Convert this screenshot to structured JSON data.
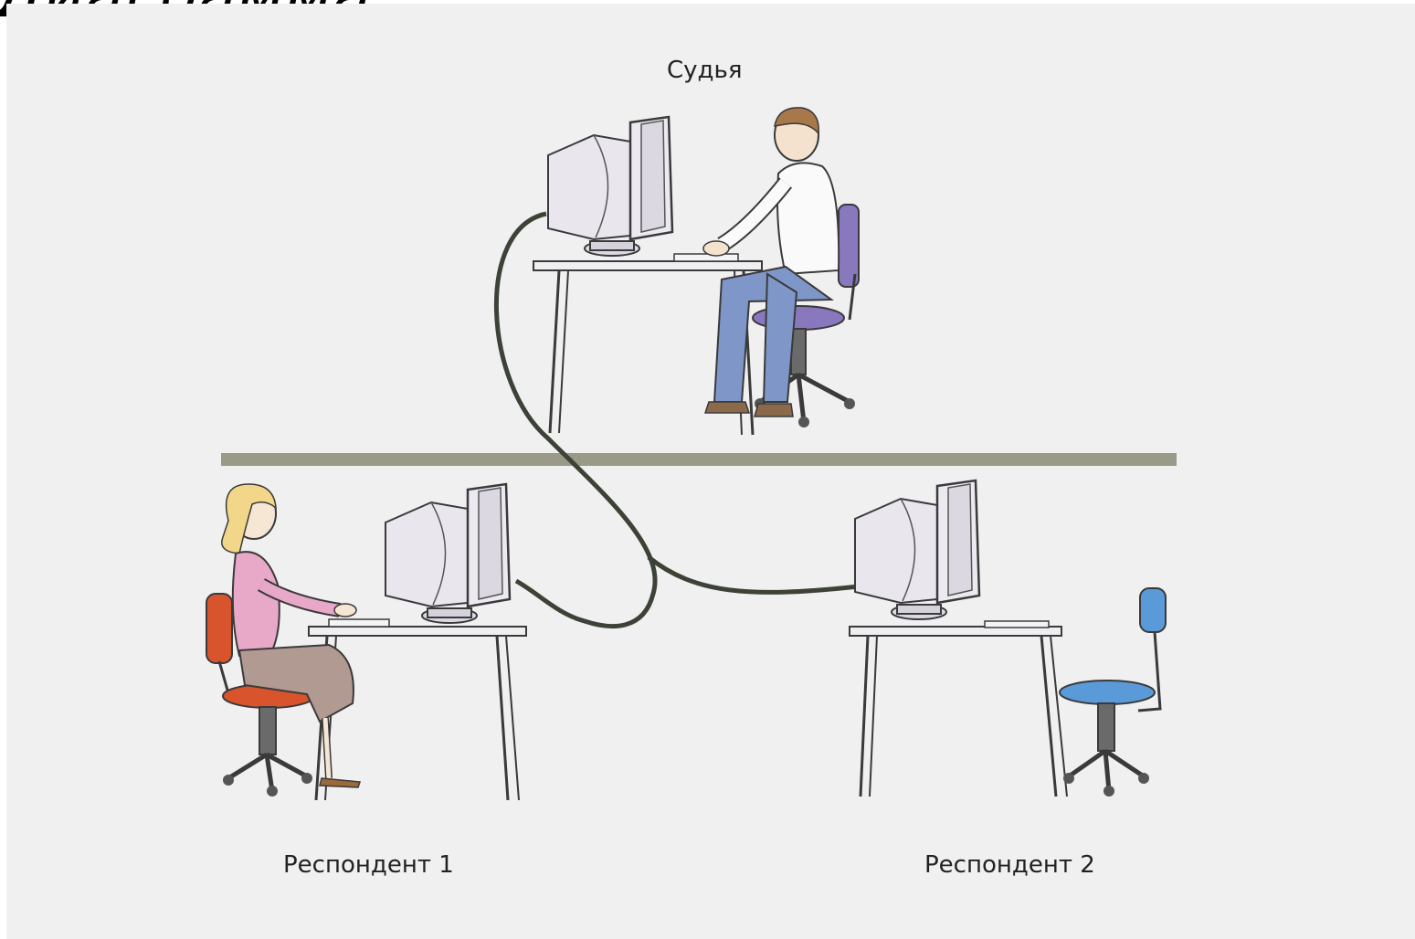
{
  "page_fragment": "Диаграмма:",
  "labels": {
    "judge": "Судья",
    "respondent1": "Респондент 1",
    "respondent2": "Респондент 2"
  },
  "colors": {
    "background": "#f0f0f0",
    "divider": "#9a9a88",
    "cable": "#3d4237",
    "woman_chair": "#d8542c",
    "judge_chair": "#8a78bf",
    "empty_chair": "#5a9ad8",
    "woman_blouse": "#e8a8c8",
    "judge_trousers": "#7f97c8",
    "monitor": "#e6e2ea"
  }
}
